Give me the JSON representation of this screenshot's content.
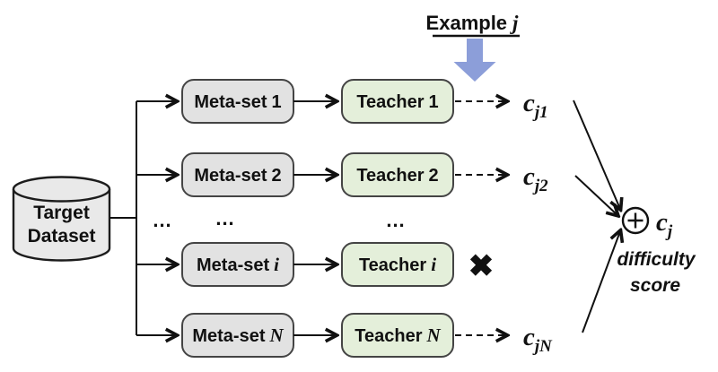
{
  "example": {
    "prefix": "Example",
    "var": "j"
  },
  "dataset": {
    "line1": "Target",
    "line2": "Dataset"
  },
  "ellipsis": "...",
  "rows": [
    {
      "meta_label": "Meta-set",
      "meta_var": "1",
      "teacher_label": "Teacher",
      "teacher_var": "1",
      "c_base": "c",
      "c_sub": "j1"
    },
    {
      "meta_label": "Meta-set",
      "meta_var": "2",
      "teacher_label": "Teacher",
      "teacher_var": "2",
      "c_base": "c",
      "c_sub": "j2"
    },
    {
      "meta_label": "Meta-set",
      "meta_var": "i",
      "teacher_label": "Teacher",
      "teacher_var": "i",
      "cross": "✖"
    },
    {
      "meta_label": "Meta-set",
      "meta_var": "N",
      "teacher_label": "Teacher",
      "teacher_var": "N",
      "c_base": "c",
      "c_sub": "jN"
    }
  ],
  "aggregate": {
    "c_base": "c",
    "c_sub": "j",
    "caption1": "difficulty",
    "caption2": "score"
  },
  "colors": {
    "meta_fill": "#e2e2e2",
    "teacher_fill": "#e4efda",
    "cylinder_fill": "#e9e9e9",
    "pointer_blue": "#8c9ed9",
    "ink": "#111111"
  }
}
